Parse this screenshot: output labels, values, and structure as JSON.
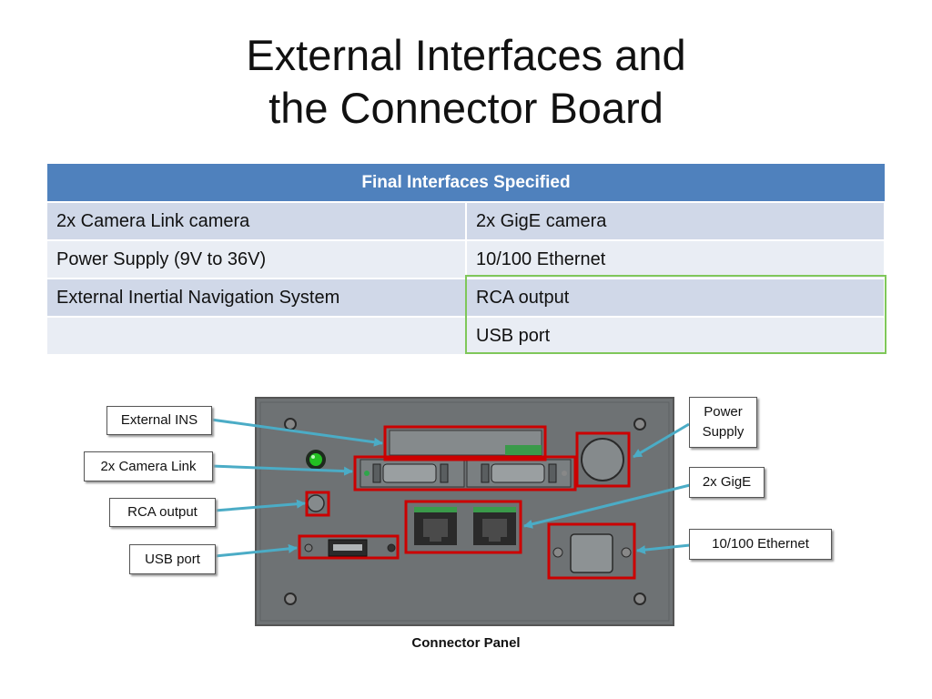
{
  "title": {
    "line1": "External Interfaces and",
    "line2": "the Connector Board"
  },
  "table": {
    "header": "Final Interfaces Specified",
    "rows": [
      [
        "2x Camera Link camera",
        "2x GigE camera"
      ],
      [
        "Power Supply (9V to 36V)",
        "10/100 Ethernet"
      ],
      [
        "External Inertial Navigation System",
        "RCA output"
      ],
      [
        "",
        "USB port"
      ]
    ]
  },
  "labels": {
    "external_ins": "External INS",
    "camera_link": "2x Camera Link",
    "rca_output": "RCA output",
    "usb_port": "USB port",
    "power_supply": "Power\nSupply",
    "gige": "2x GigE",
    "ethernet": "10/100 Ethernet"
  },
  "caption": "Connector Panel",
  "colors": {
    "header_blue": "#4f81bd",
    "row_dark": "#d0d8e8",
    "row_light": "#e9edf4",
    "highlight_green": "#7fc75a",
    "callout_red": "#cc0000",
    "arrow_blue": "#4bacc6",
    "panel_gray": "#6e7274"
  }
}
